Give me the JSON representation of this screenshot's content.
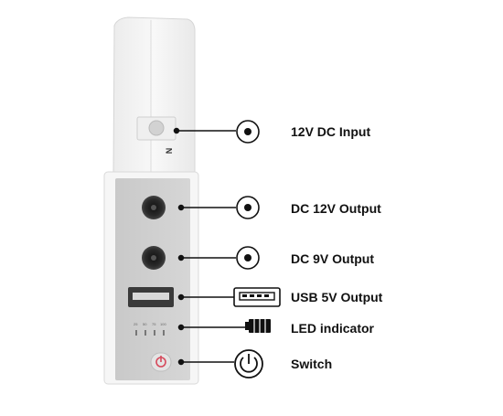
{
  "device": {
    "port_marking": "N"
  },
  "leds": [
    "25",
    "50",
    "75",
    "100"
  ],
  "callouts": [
    {
      "id": "dc-input",
      "label": "12V DC Input",
      "icon": "dc-jack-icon"
    },
    {
      "id": "dc-12v-output",
      "label": "DC 12V Output",
      "icon": "dc-jack-icon"
    },
    {
      "id": "dc-9v-output",
      "label": "DC 9V Output",
      "icon": "dc-jack-icon"
    },
    {
      "id": "usb-5v-output",
      "label": "USB 5V Output",
      "icon": "usb-port-icon"
    },
    {
      "id": "led-indicator",
      "label": "LED indicator",
      "icon": "battery-icon"
    },
    {
      "id": "switch",
      "label": "Switch",
      "icon": "power-icon"
    }
  ],
  "colors": {
    "body_white": "#f7f7f7",
    "face_grey": "#cfcfcf",
    "port_dark": "#2e2e2e",
    "switch_red": "#d64a5c",
    "line": "#111111"
  }
}
